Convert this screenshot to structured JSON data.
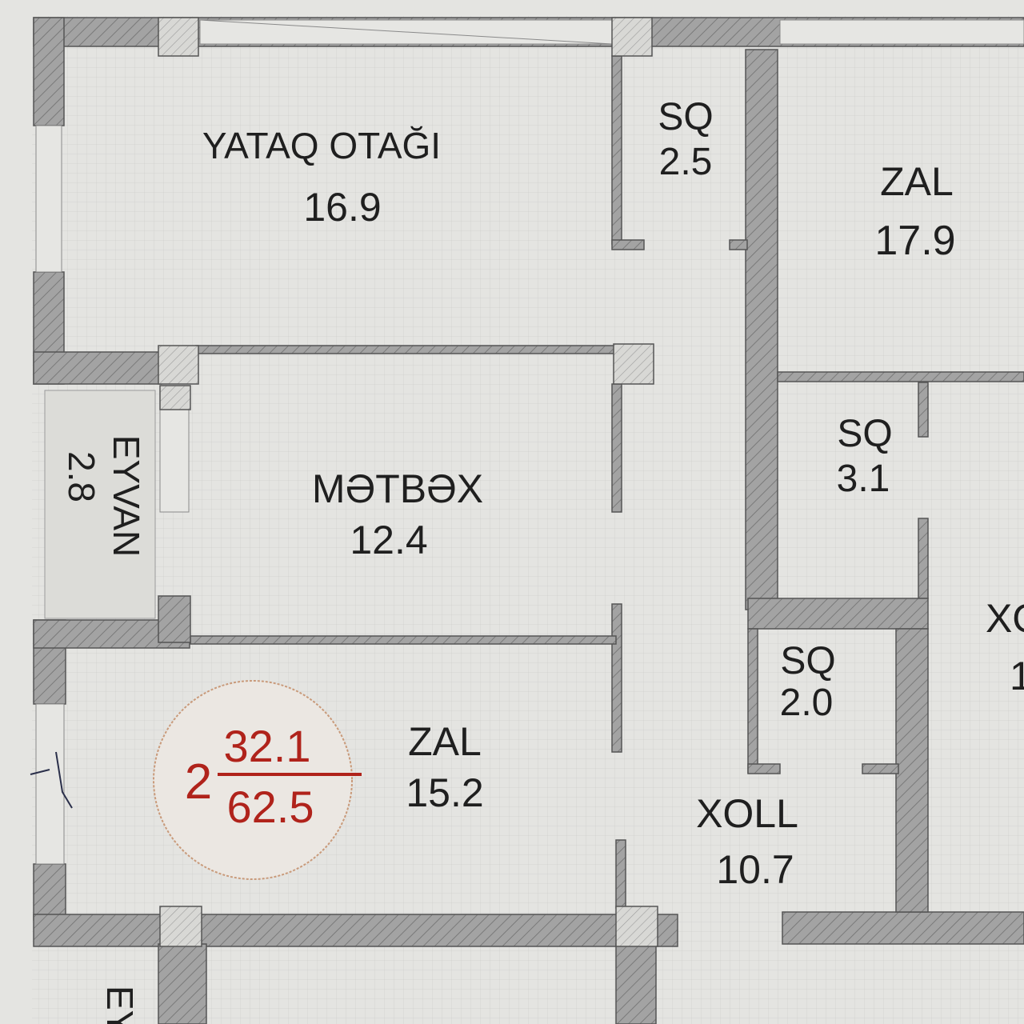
{
  "rooms": {
    "bedroom": {
      "name": "YATAQ OTAĞI",
      "area": "16.9"
    },
    "bath_top": {
      "name": "SQ",
      "area": "2.5"
    },
    "hall_right": {
      "name": "ZAL",
      "area": "17.9"
    },
    "bath_mid": {
      "name": "SQ",
      "area": "3.1"
    },
    "kitchen": {
      "name": "MƏTBƏX",
      "area": "12.4"
    },
    "balcony": {
      "name": "EYVAN",
      "area": "2.8"
    },
    "living": {
      "name": "ZAL",
      "area": "15.2"
    },
    "bath_low": {
      "name": "SQ",
      "area": "2.0"
    },
    "corridor": {
      "name": "XOLL",
      "area": "10.7"
    },
    "corridor_right_cut": {
      "name": "XO",
      "area": "1"
    },
    "balcony_bottom_cut": {
      "name": "EY"
    }
  },
  "stamp": {
    "rooms_count": "2",
    "living_area": "32.1",
    "total_area": "62.5"
  },
  "colors": {
    "paper": "#e6e6e3",
    "wall": "#9a9a9a",
    "wall_edge": "#555555",
    "text": "#1f1f1f",
    "stamp": "#b0231b"
  }
}
